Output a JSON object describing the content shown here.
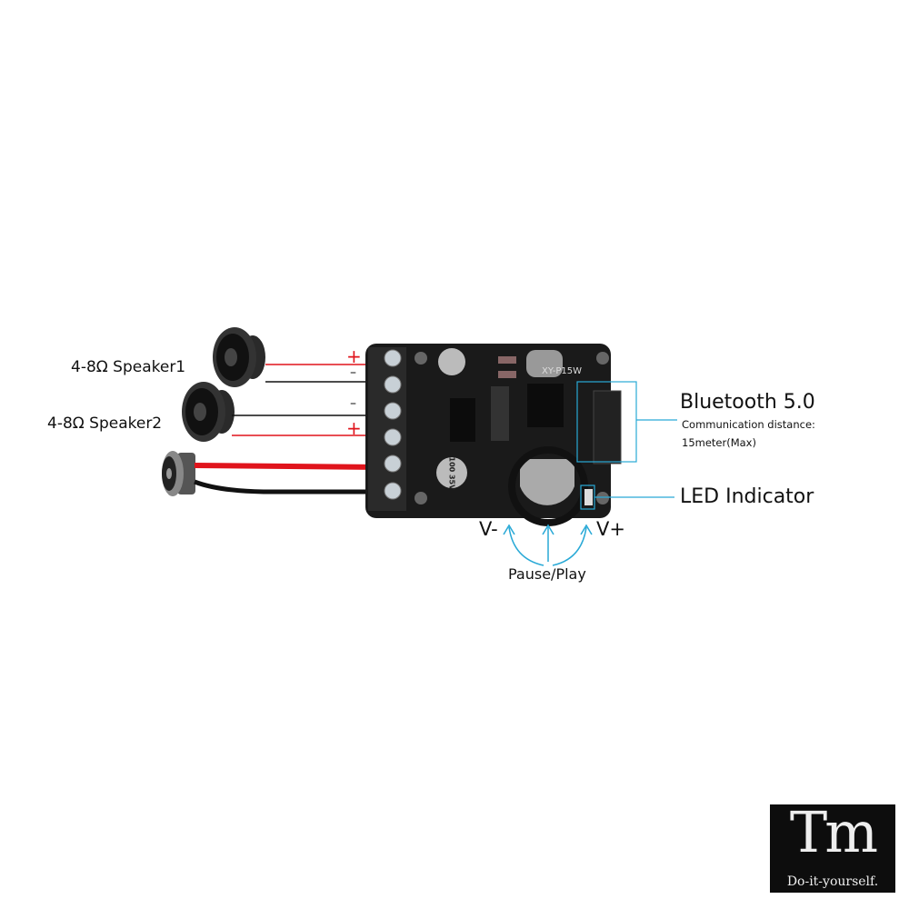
{
  "speakers": [
    {
      "label": "4-8Ω Speaker1",
      "polarity_top": "+",
      "polarity_bottom": "–"
    },
    {
      "label": "4-8Ω Speaker2",
      "polarity_top": "–",
      "polarity_bottom": "+"
    }
  ],
  "board": {
    "model": "XY-P15W",
    "capacitor_label": "100 35V"
  },
  "bluetooth": {
    "title": "Bluetooth 5.0",
    "line1": "Communication distance:",
    "line2": "15meter(Max)"
  },
  "led": {
    "label": "LED Indicator"
  },
  "knob": {
    "left": "V-",
    "right": "V+",
    "press": "Pause/Play"
  },
  "logo": {
    "mark": "Tm",
    "tagline": "Do-it-yourself."
  },
  "colors": {
    "accent": "#29a9d6",
    "wire_red": "#e0141c",
    "pcb": "#1a1a1a"
  }
}
